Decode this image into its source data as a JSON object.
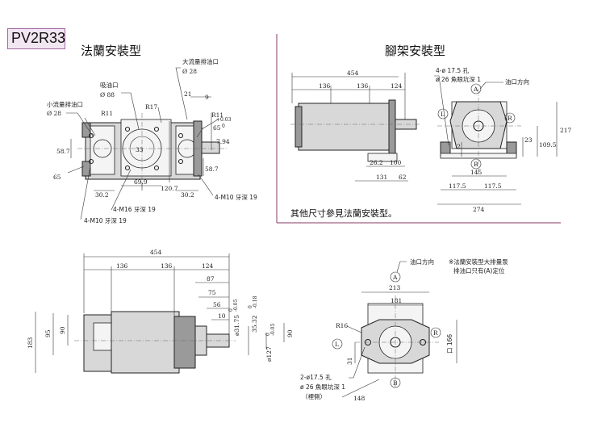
{
  "model": "PV2R33",
  "titles": {
    "flange": "法蘭安裝型",
    "foot": "腳架安裝型"
  },
  "note": "其他尺寸參見法蘭安裝型。",
  "flange_view": {
    "large_outlet_label": "大流量排油口",
    "large_outlet_dia": "Ø 28",
    "suction_label": "吸油口",
    "suction_dia": "Ø 88",
    "small_outlet_label": "小流量排油口",
    "small_outlet_dia": "Ø 28",
    "r11_a": "R11",
    "r17": "R17",
    "r11_b": "R11",
    "d21": "21",
    "d9": "9",
    "d65_a": "65",
    "d65_b": "65",
    "d7_94": "7.94",
    "tol_7_94": "+0.03",
    "tol_7_94_b": "0",
    "d58_7_a": "58.7",
    "d58_7_b": "58.7",
    "d69_9": "69.9",
    "d120_7": "120.7",
    "d30_2_a": "30.2",
    "d30_2_b": "30.2",
    "d33": "33",
    "m16": "4-M16 牙深 19",
    "m10_a": "4-M10 牙深 19",
    "m10_b": "4-M10 牙深 19"
  },
  "foot_view": {
    "d454": "454",
    "d136_a": "136",
    "d136_b": "136",
    "d124": "124",
    "d26_2": "26.2",
    "d100": "100",
    "d131": "131",
    "d62": "62",
    "hole_note": "4-ø 17.5 孔",
    "hole_note_b": "ø 26 魚眼坑深 1",
    "port_dir": "油口方向",
    "mark_a": "A",
    "mark_b": "B",
    "mark_l": "L",
    "mark_r": "R",
    "d2": "2",
    "d23": "23",
    "d109_5": "109.5",
    "d217": "217",
    "d145": "145",
    "d117_5_a": "117.5",
    "d117_5_b": "117.5",
    "d274": "274"
  },
  "side_view": {
    "d454": "454",
    "d136_a": "136",
    "d136_b": "136",
    "d124": "124",
    "d87": "87",
    "d75": "75",
    "d56": "56",
    "d10": "10",
    "d183": "183",
    "d95": "95",
    "d90_a": "90",
    "d90_b": "90",
    "shaft_dia": "ø31.75",
    "shaft_tol": "0",
    "shaft_tol_b": "-0.05",
    "key_dim": "35.32",
    "key_tol": "0",
    "key_tol_b": "-0.18",
    "pilot_dia": "ø127",
    "pilot_tol": "0",
    "pilot_tol_b": "-0.05"
  },
  "front_view": {
    "port_dir": "油口方向",
    "flange_note": "※法蘭安裝型大排量泵",
    "flange_note_b": "排油口只有(A)定位",
    "mark_a": "A",
    "mark_b": "B",
    "mark_l": "L",
    "mark_r": "R",
    "d213": "213",
    "d181": "181",
    "r16": "R16",
    "d166": "口 166",
    "d31": "31",
    "d148": "148",
    "hole_note": "2-ø17.5 孔",
    "hole_note_b": "ø 26 魚眼坑深 1",
    "hole_note_c": "（裡側）"
  }
}
